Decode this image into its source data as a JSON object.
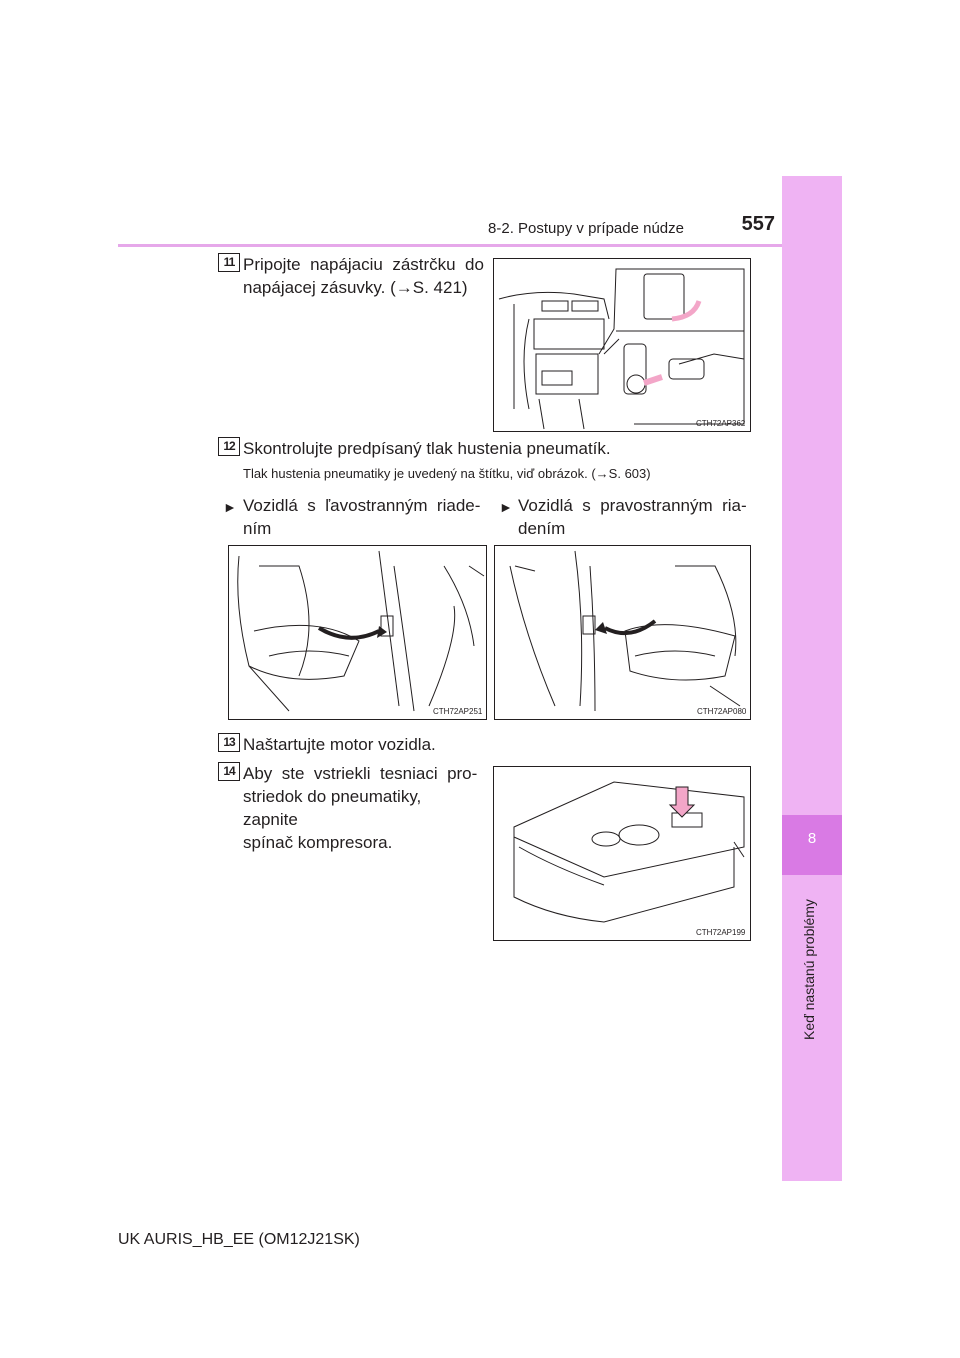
{
  "header": {
    "section_title": "8-2. Postupy v prípade núdze",
    "page_number": "557"
  },
  "side_tab": {
    "chapter_number": "8",
    "chapter_label": "Keď nastanú problémy"
  },
  "steps": [
    {
      "number": "11",
      "text_line1": "Pripojte  napájaciu  zástrčku  do",
      "text_line2": "napájacej zásuvky. (→S. 421)",
      "figure_code": "CTH72AP362"
    },
    {
      "number": "12",
      "text": "Skontrolujte predpísaný tlak hustenia pneumatík.",
      "note": "Tlak hustenia pneumatiky je uvedený na štítku, viď obrázok. (→S. 603)"
    },
    {
      "number": "13",
      "text": "Naštartujte motor vozidla."
    },
    {
      "number": "14",
      "text_line1": "Aby  ste  vstriekli  tesniaci  pro-",
      "text_line2": "striedok do pneumatiky, zapnite",
      "text_line3": "spínač kompresora.",
      "figure_code": "CTH72AP199"
    }
  ],
  "variants": [
    {
      "label_line1": "Vozidlá  s  ľavostranným  riade-",
      "label_line2": "ním",
      "figure_code": "CTH72AP251"
    },
    {
      "label_line1": "Vozidlá  s  pravostranným  ria-",
      "label_line2": "dením",
      "figure_code": "CTH72AP080"
    }
  ],
  "footer": "UK AURIS_HB_EE (OM12J21SK)",
  "colors": {
    "accent": "#e6a8ea",
    "tab": "#efb3f3",
    "tab_active": "#d97ae4",
    "arrow_pink": "#f3a6c8"
  }
}
